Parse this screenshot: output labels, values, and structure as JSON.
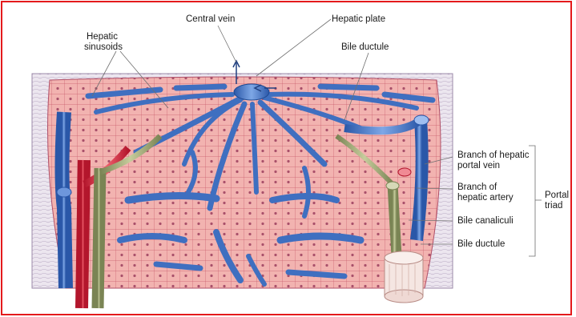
{
  "labels": {
    "central_vein": "Central vein",
    "hepatic_plate": "Hepatic plate",
    "hepatic_sinusoids_1": "Hepatic",
    "hepatic_sinusoids_2": "sinusoids",
    "bile_ductule_top": "Bile ductule",
    "branch_portal_vein_1": "Branch of hepatic",
    "branch_portal_vein_2": "portal vein",
    "branch_hepatic_artery_1": "Branch of",
    "branch_hepatic_artery_2": "hepatic artery",
    "bile_canaliculi": "Bile canaliculi",
    "bile_ductule_right": "Bile ductule",
    "portal_triad_1": "Portal",
    "portal_triad_2": "triad"
  },
  "colors": {
    "frame": "#e41a1c",
    "hepatocyte": "#f2b3b0",
    "cell_border": "#c85a6a",
    "sinusoid_blue": "#3f6fc0",
    "portal_vein_blue": "#2e64b8",
    "artery_red": "#d8233a",
    "bile_duct_green": "#8f9a6a",
    "canaliculi_dots": "#6a9e5a",
    "connective_tissue": "#e9e3ec"
  }
}
